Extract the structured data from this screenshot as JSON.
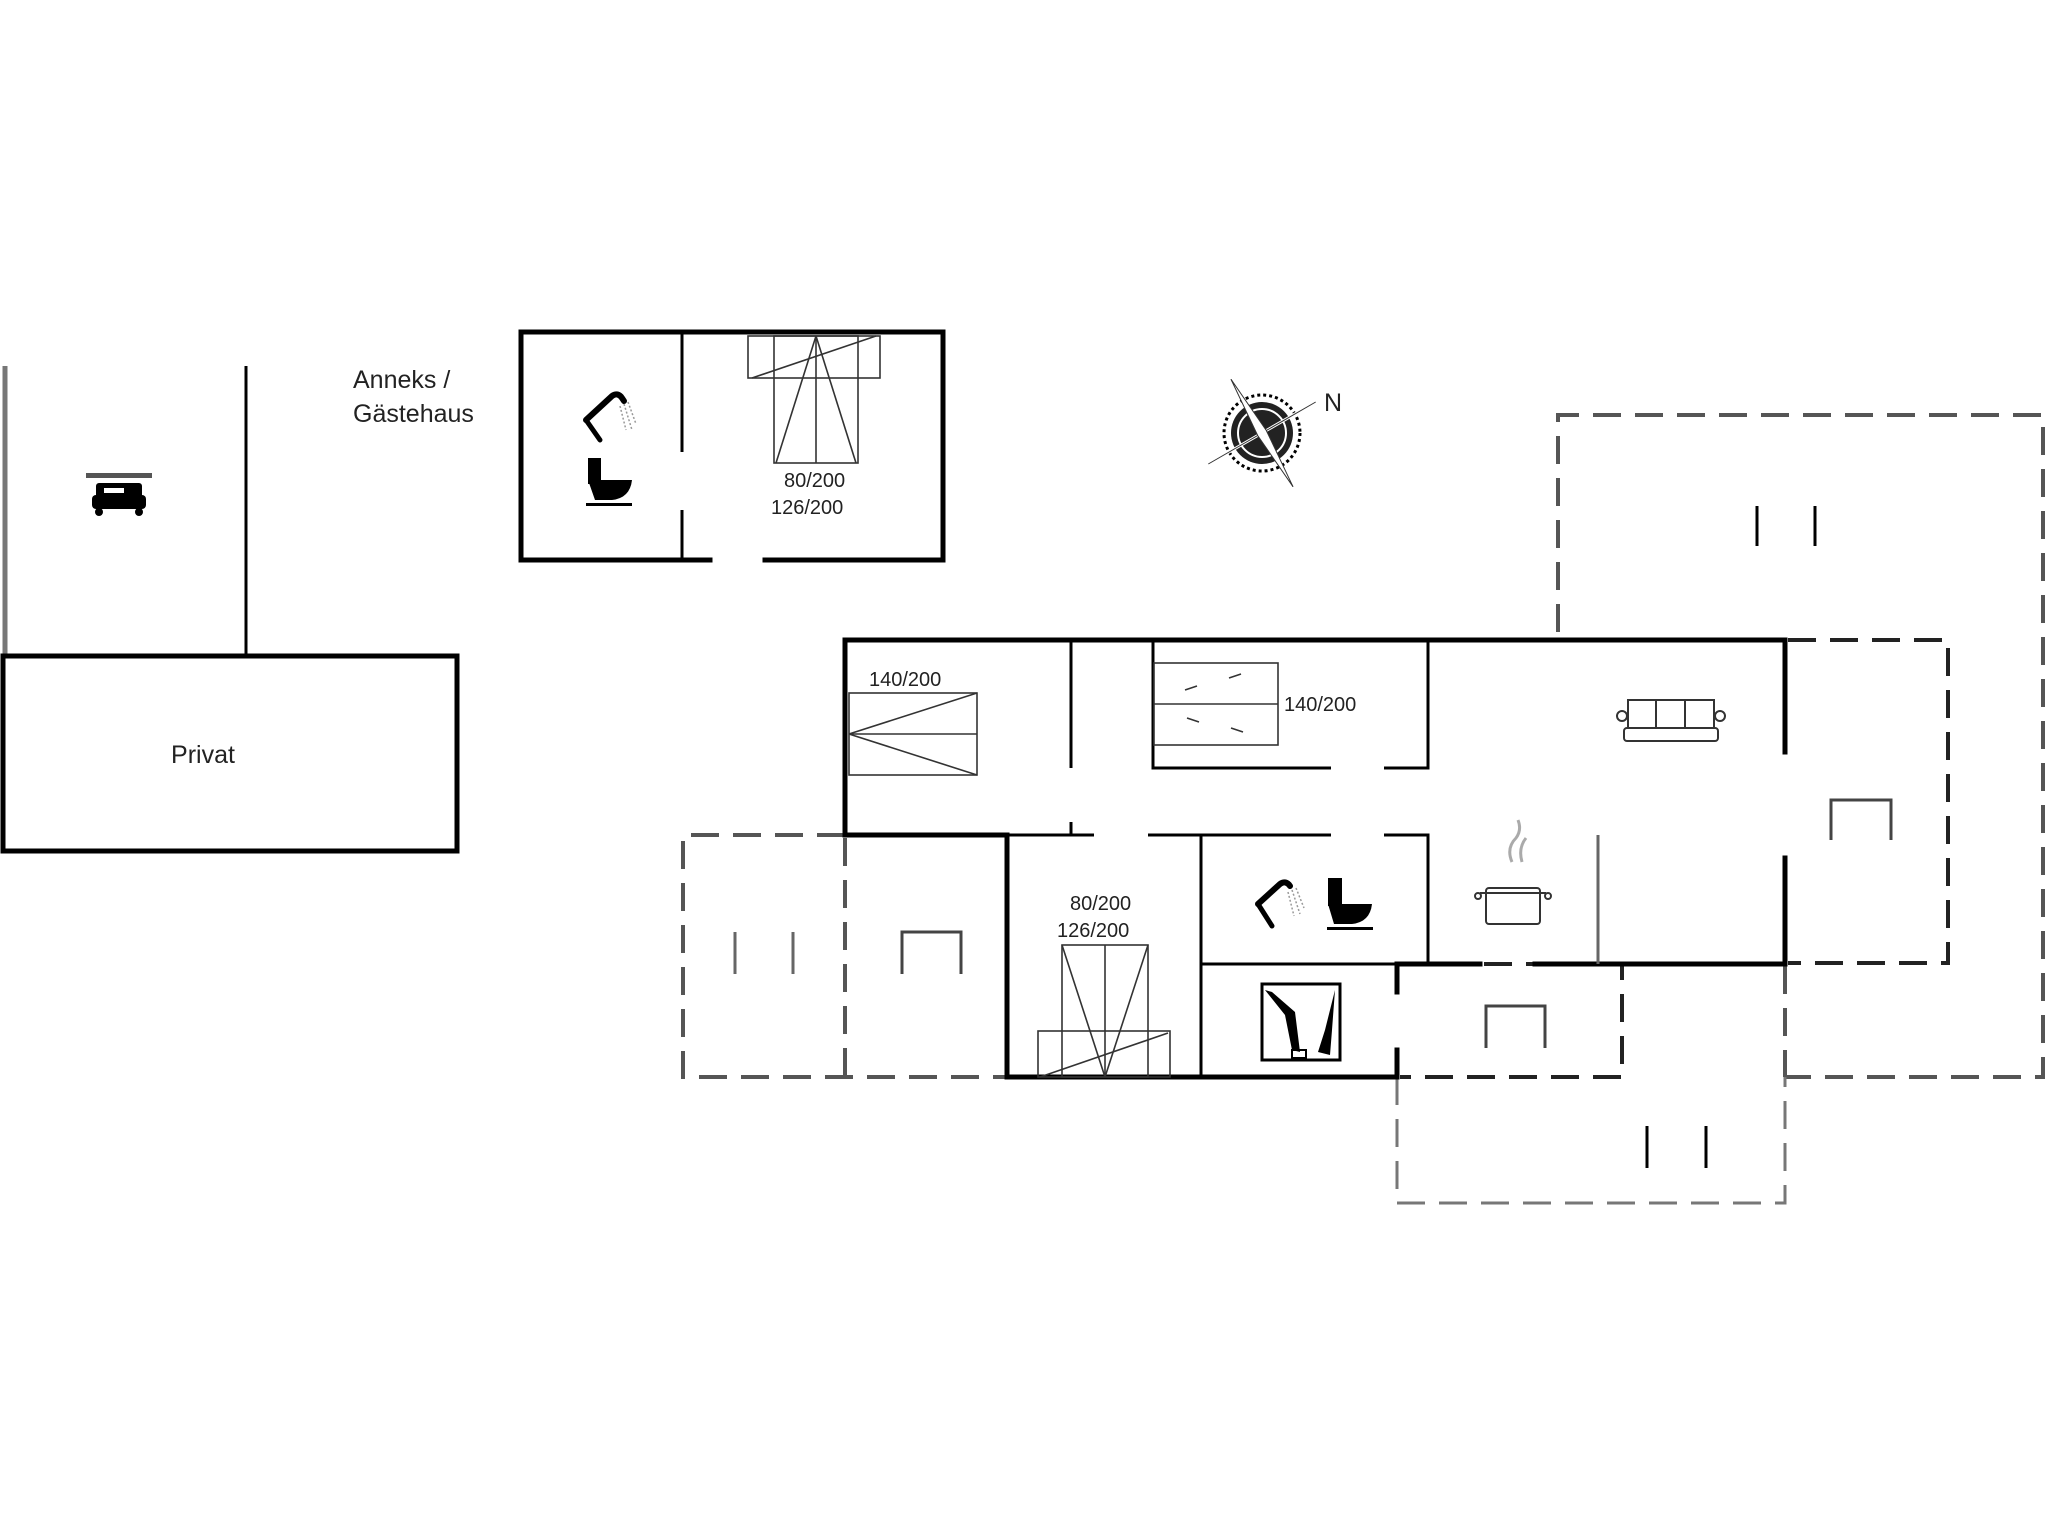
{
  "plan": {
    "labels": {
      "annex_line1": "Anneks /",
      "annex_line2": "Gästehaus",
      "private": "Privat",
      "north": "N"
    },
    "beds": {
      "annex_bed_line1": "80/200",
      "annex_bed_line2": "126/200",
      "main_bedroom_left": "140/200",
      "main_bedroom_mid": "140/200",
      "main_bunk_line1": "80/200",
      "main_bunk_line2": "126/200"
    },
    "icons": [
      "car-icon",
      "shower-icon",
      "toilet-icon",
      "bed-icon",
      "sofa-icon",
      "cooking-pot-icon",
      "utility-icon",
      "compass-rose-icon",
      "terrace-table-icon",
      "terrace-chairs-icon"
    ],
    "colors": {
      "wall": "#000000",
      "terrace_dash": "#555555",
      "background": "#ffffff"
    }
  }
}
